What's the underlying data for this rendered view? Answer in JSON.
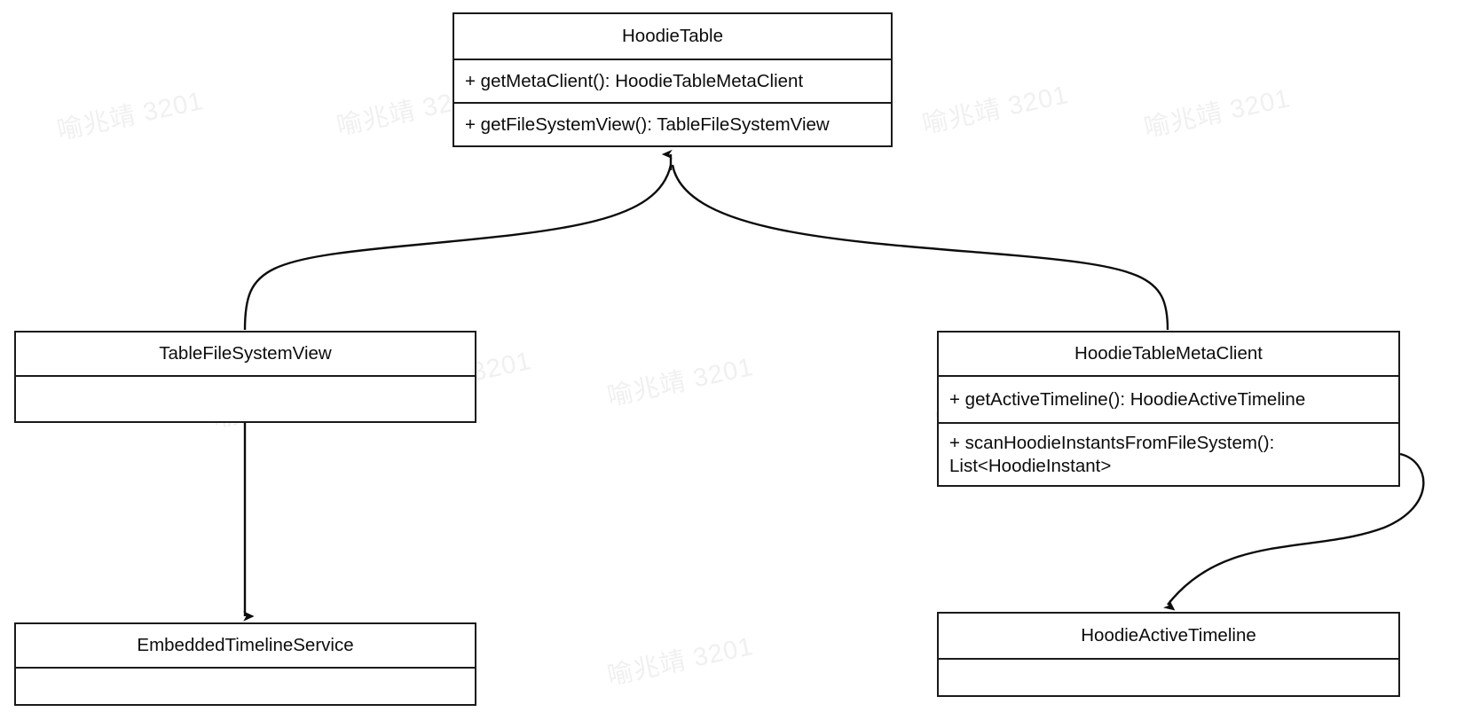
{
  "diagram": {
    "type": "uml-class-diagram",
    "background_color": "#ffffff",
    "line_color": "#1a1a1a",
    "text_color": "#0c0c0c",
    "watermark_text": "喻兆靖 3201",
    "watermark_color": "#f0f0f0"
  },
  "classes": {
    "hoodie_table": {
      "name": "HoodieTable",
      "methods": [
        "+ getMetaClient(): HoodieTableMetaClient",
        "+ getFileSystemView(): TableFileSystemView"
      ]
    },
    "table_file_system_view": {
      "name": "TableFileSystemView",
      "methods": [
        ""
      ]
    },
    "hoodie_table_meta_client": {
      "name": "HoodieTableMetaClient",
      "methods": [
        "+ getActiveTimeline(): HoodieActiveTimeline",
        "+ scanHoodieInstantsFromFileSystem(): List<HoodieInstant>"
      ]
    },
    "embedded_timeline_service": {
      "name": "EmbeddedTimelineService",
      "methods": [
        ""
      ]
    },
    "hoodie_active_timeline": {
      "name": "HoodieActiveTimeline",
      "methods": [
        ""
      ]
    }
  },
  "relationships": [
    {
      "id": "view-to-table",
      "from": "TableFileSystemView",
      "to": "HoodieTable",
      "arrow": "filled-triangle"
    },
    {
      "id": "metaclient-to-table",
      "from": "HoodieTableMetaClient",
      "to": "HoodieTable",
      "arrow": "filled-triangle"
    },
    {
      "id": "view-to-embedded",
      "from": "TableFileSystemView",
      "to": "EmbeddedTimelineService",
      "arrow": "filled-arrow"
    },
    {
      "id": "metaclient-to-activetimeline",
      "from": "HoodieTableMetaClient",
      "to": "HoodieActiveTimeline",
      "arrow": "filled-arrow"
    }
  ]
}
